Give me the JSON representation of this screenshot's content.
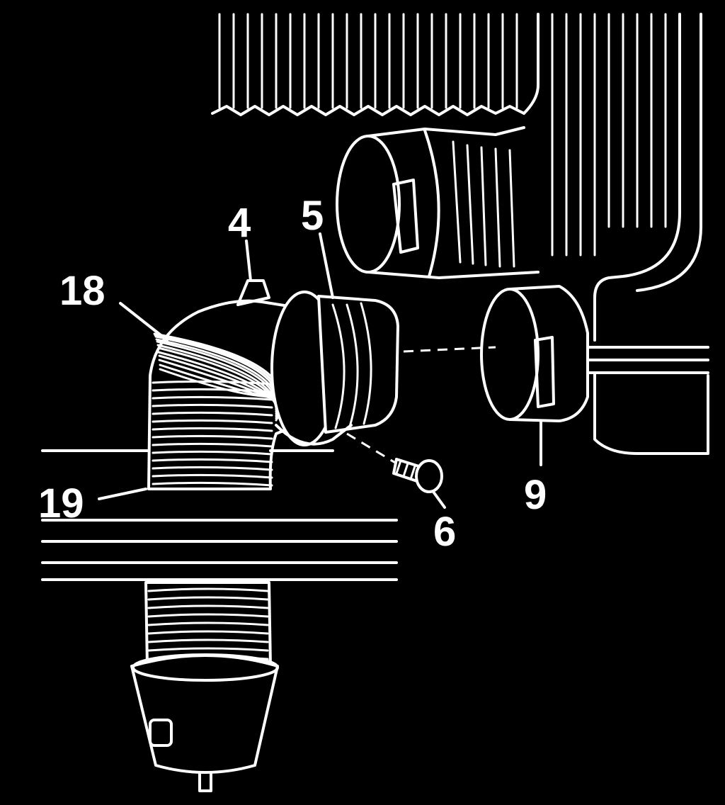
{
  "callouts": {
    "part_4": "4",
    "part_5": "5",
    "part_18": "18",
    "part_19": "19",
    "part_6": "6",
    "part_9": "9"
  },
  "colors": {
    "background": "#000000",
    "linework": "#ffffff"
  }
}
